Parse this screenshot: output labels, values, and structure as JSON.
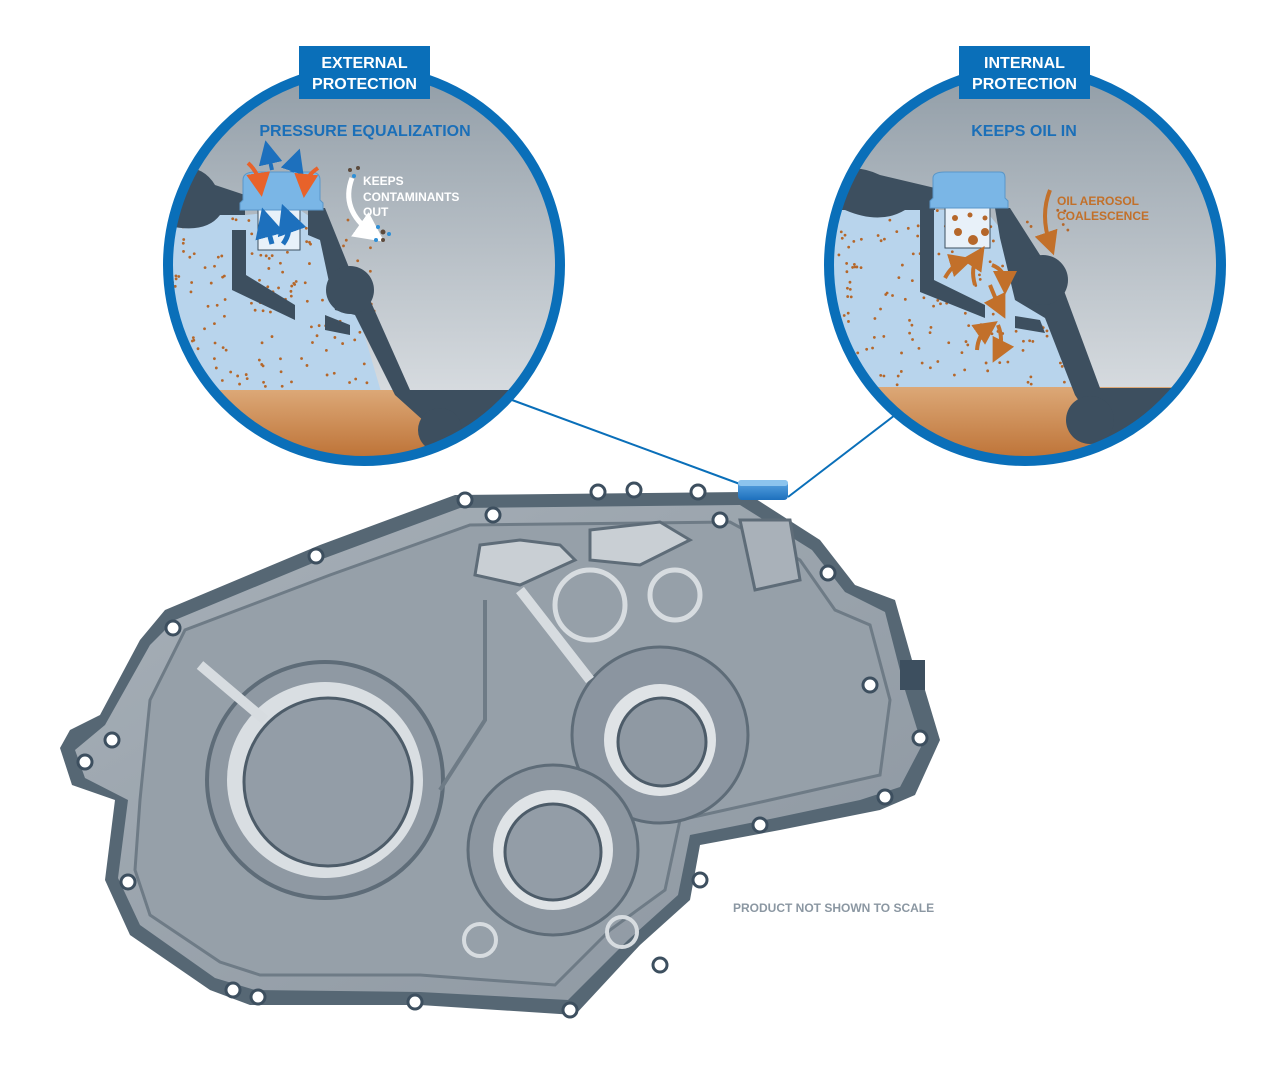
{
  "external": {
    "badge_line1": "EXTERNAL",
    "badge_line2": "PROTECTION",
    "subtitle": "PRESSURE EQUALIZATION",
    "note_line1": "KEEPS",
    "note_line2": "CONTAMINANTS",
    "note_line3": "OUT"
  },
  "internal": {
    "badge_line1": "INTERNAL",
    "badge_line2": "PROTECTION",
    "subtitle": "KEEPS OIL IN",
    "note_line1": "OIL AEROSOL",
    "note_line2": "COALESCENCE"
  },
  "footnote": "PRODUCT NOT SHOWN TO SCALE",
  "colors": {
    "brand_blue": "#0a6fb9",
    "vent_blue": "#7ab6e6",
    "oil_orange": "#c2702a",
    "housing_dark": "#3d4f5f",
    "housing_gray": "#9aa4ad"
  }
}
